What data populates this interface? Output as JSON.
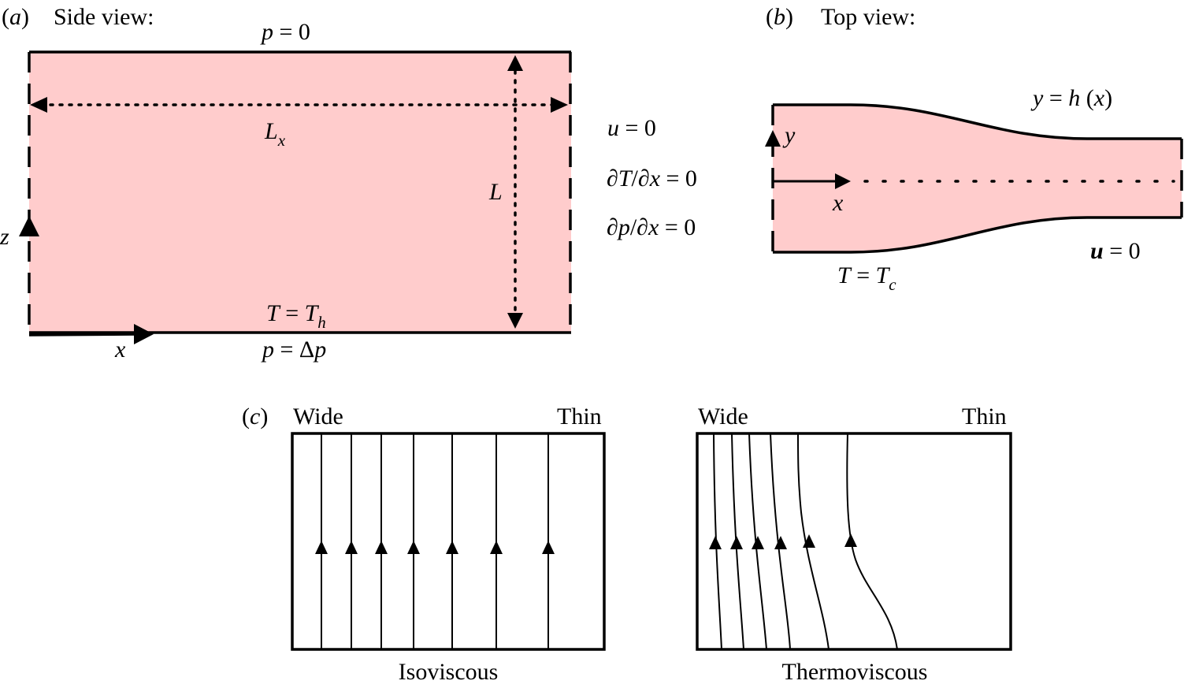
{
  "panel_a": {
    "letter_open": "(",
    "letter": "a",
    "letter_close": ")",
    "title": "Side view:",
    "top_bc": {
      "var": "p",
      "rest": " = 0"
    },
    "bottom_temp": {
      "var": "T",
      "eq": " = ",
      "var2": "T",
      "sub": "h"
    },
    "bottom_pressure": {
      "var": "p",
      "rest": " = Δ",
      "var2": "p"
    },
    "length_label": {
      "var": "L",
      "sub": "x"
    },
    "depth_label": "L",
    "axis_x": "x",
    "axis_z": "z",
    "side_bcs": {
      "u": {
        "var": "u",
        "rest": " = 0"
      },
      "dT": {
        "d1": "∂",
        "v1": "T",
        "slash": "/∂",
        "v2": "x",
        "rest": " = 0"
      },
      "dp": {
        "d1": "∂",
        "v1": "p",
        "slash": "/∂",
        "v2": "x",
        "rest": " = 0"
      }
    }
  },
  "panel_b": {
    "letter_open": "(",
    "letter": "b",
    "letter_close": ")",
    "title": "Top view:",
    "wall_label": {
      "v1": "y",
      "eq": " = ",
      "v2": "h",
      "open": " (",
      "v3": "x",
      "close": ")"
    },
    "wall_bc": {
      "var": "u",
      "rest": " = 0"
    },
    "wall_temp": {
      "var": "T",
      "eq": " = ",
      "var2": "T",
      "sub": "c"
    },
    "axis_x": "x",
    "axis_y": "y"
  },
  "panel_c": {
    "letter_open": "(",
    "letter": "c",
    "letter_close": ")",
    "left": {
      "wide": "Wide",
      "thin": "Thin",
      "caption": "Isoviscous"
    },
    "right": {
      "wide": "Wide",
      "thin": "Thin",
      "caption": "Thermoviscous"
    }
  },
  "colors": {
    "fluid": "#ffcccc",
    "stroke": "#000000"
  }
}
